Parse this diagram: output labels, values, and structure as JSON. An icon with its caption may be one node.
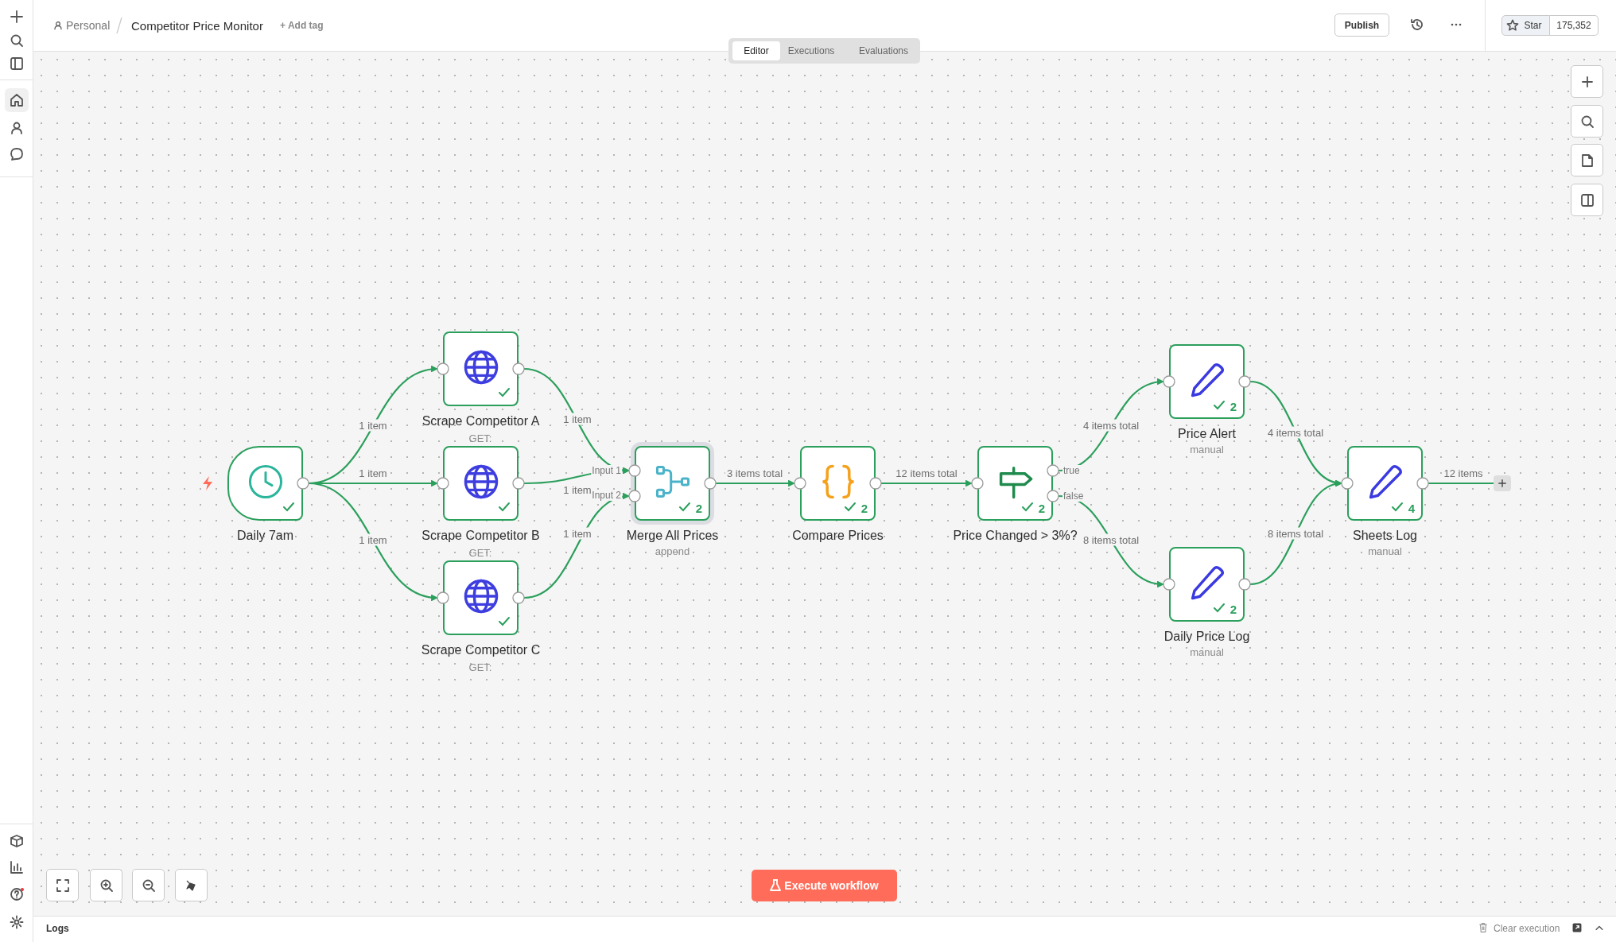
{
  "diagram": {
    "title": "Competitor Price Monitor",
    "nodes": [
      {
        "text": [
          "Daily 7am"
        ]
      },
      {
        "text": [
          "Scrape Competitor A"
        ]
      },
      {
        "text": [
          "Scrape Competitor B"
        ]
      },
      {
        "text": [
          "Scrape Competitor C"
        ]
      },
      {
        "text": [
          "2",
          "Merge All Prices"
        ],
        "beside": [
          "append"
        ]
      },
      {
        "text": [
          "2",
          "Compare Prices"
        ]
      },
      {
        "text": [
          "2",
          "Price Changed > 3%?"
        ]
      },
      {
        "text": [
          "2",
          "Price Alert"
        ],
        "beside": [
          "manual"
        ]
      },
      {
        "text": [
          "2",
          "Daily Price Log"
        ],
        "beside": [
          "manual"
        ]
      },
      {
        "text": [
          "4",
          "Sheets Log"
        ],
        "beside": [
          "manual"
        ]
      },
      {
        "text": [],
        "shape": "box"
      }
    ],
    "edges": [
      {
        "from": 0,
        "to": 1,
        "arrow": "to",
        "label": "1 item"
      },
      {
        "from": 0,
        "to": 2,
        "arrow": "to",
        "label": "1 item"
      },
      {
        "from": 0,
        "to": 3,
        "arrow": "to",
        "label": "1 item"
      },
      {
        "from": 1,
        "to": 4,
        "arrow": "to",
        "label": "1 item"
      },
      {
        "from": 2,
        "to": 4,
        "arrow": "to",
        "label": "1 item"
      },
      {
        "from": 3,
        "to": 4,
        "arrow": "to",
        "label": "1 item"
      },
      {
        "from": 4,
        "to": 5,
        "arrow": "to",
        "label": "3 items total"
      },
      {
        "from": 5,
        "to": 6,
        "arrow": "to",
        "label": "12 items total"
      },
      {
        "from": 6,
        "to": 7,
        "arrow": "to",
        "label": "4 items total"
      },
      {
        "from": 6,
        "to": 8,
        "arrow": "to",
        "label": "8 items total"
      },
      {
        "from": 7,
        "to": 9,
        "arrow": "to",
        "label": "4 items total"
      },
      {
        "from": 8,
        "to": 9,
        "arrow": "to",
        "label": "8 items total"
      },
      {
        "from": 9,
        "to": 10,
        "arrow": "none",
        "label": "12 items"
      }
    ],
    "labels": [
      "Personal",
      "+ Add tag",
      "Editor",
      "Executions",
      "Evaluations",
      "Publish",
      "Star",
      "175,352",
      "Input 1",
      "Input 2",
      "true",
      "false",
      "Execute workflow",
      "Logs",
      "Clear execution",
      "GET:",
      "GET:",
      "GET:"
    ]
  }
}
